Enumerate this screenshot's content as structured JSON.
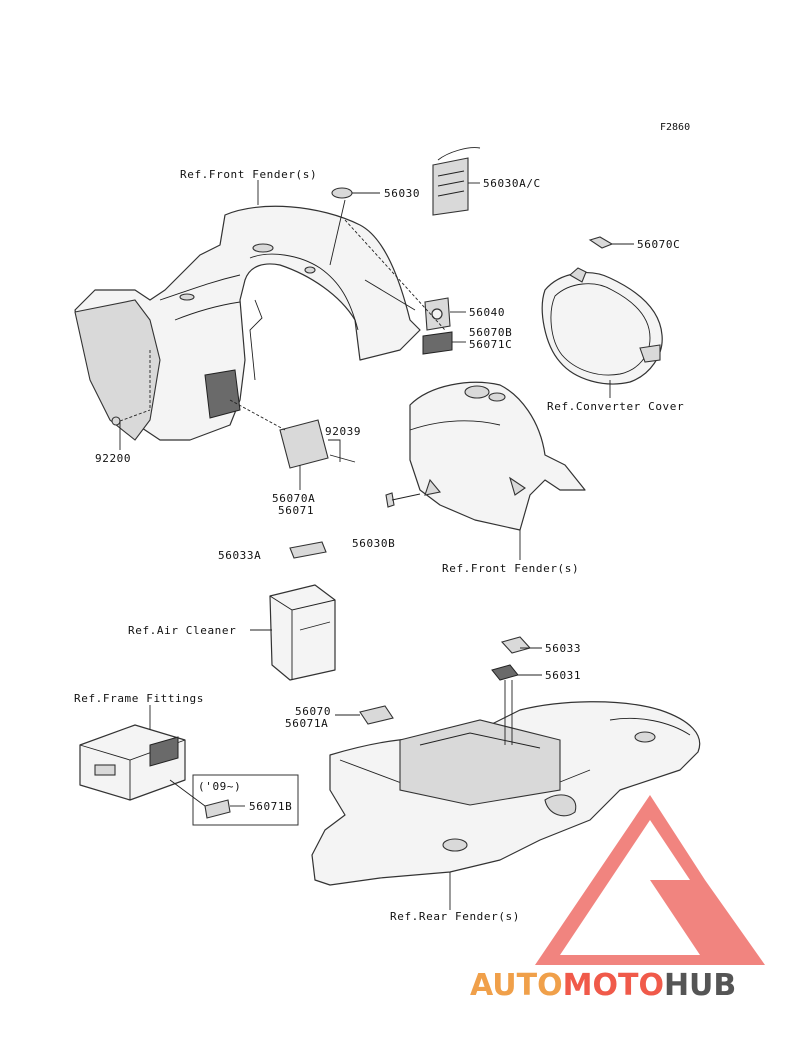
{
  "diagram_code": "F2860",
  "labels": {
    "p56030": "56030",
    "p56030ac": "56030A/C",
    "p56070c": "56070C",
    "p56040": "56040",
    "p56070b": "56070B",
    "p56071c": "56071C",
    "p92039": "92039",
    "p92200": "92200",
    "p56070a": "56070A",
    "p56071": "56071",
    "p56033a": "56033A",
    "p56030b": "56030B",
    "p56033": "56033",
    "p56031": "56031",
    "p56070": "56070",
    "p56071a": "56071A",
    "p56071b": "56071B",
    "year_note": "('09~)"
  },
  "refs": {
    "front_fender_top": "Ref.Front Fender(s)",
    "converter_cover": "Ref.Converter Cover",
    "front_fender_mid": "Ref.Front Fender(s)",
    "air_cleaner": "Ref.Air Cleaner",
    "frame_fittings": "Ref.Frame Fittings",
    "rear_fender": "Ref.Rear Fender(s)"
  },
  "watermark": {
    "part1": "AUTO",
    "part2": "MOTO",
    "part3": "HUB",
    "color1": "#f0a04a",
    "color2": "#f05a4a",
    "color3": "#555555",
    "logo_color": "#ef6f68"
  }
}
